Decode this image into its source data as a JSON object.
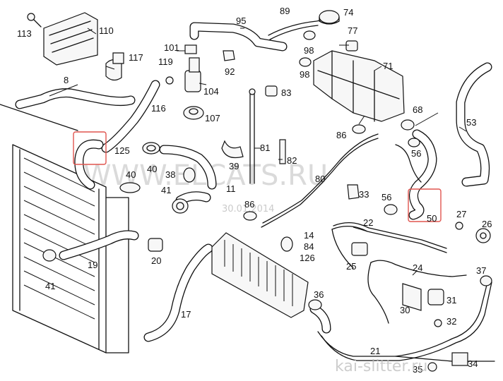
{
  "diagram": {
    "labels": {
      "p113": "113",
      "p110": "110",
      "p117": "117",
      "p8": "8",
      "p101": "101",
      "p119": "119",
      "p92": "92",
      "p104": "104",
      "p95": "95",
      "p89": "89",
      "p74": "74",
      "p77": "77",
      "p98a": "98",
      "p98b": "98",
      "p71": "71",
      "p83": "83",
      "p116": "116",
      "p107": "107",
      "p125": "125",
      "p40a": "40",
      "p40b": "40",
      "p38": "38",
      "p41a": "41",
      "p11": "11",
      "p39": "39",
      "p81": "81",
      "p82": "82",
      "p80": "80",
      "p86a": "86",
      "p86b": "86",
      "p68": "68",
      "p56a": "56",
      "p56b": "56",
      "p53": "53",
      "p33": "33",
      "p50": "50",
      "p27": "27",
      "p26": "26",
      "p22": "22",
      "p14": "14",
      "p84": "84",
      "p126": "126",
      "p25": "25",
      "p24": "24",
      "p20": "20",
      "p19": "19",
      "p41b": "41",
      "p37": "37",
      "p36": "36",
      "p31": "31",
      "p30": "30",
      "p32": "32",
      "p17": "17",
      "p21": "21",
      "p35": "35",
      "p34": "34"
    },
    "watermarks": {
      "main": "WWW.ELCATS.RU",
      "date": "30.01.2014",
      "bottom": "kai-slitter.ru"
    },
    "highlight_color": "#e0554f"
  }
}
